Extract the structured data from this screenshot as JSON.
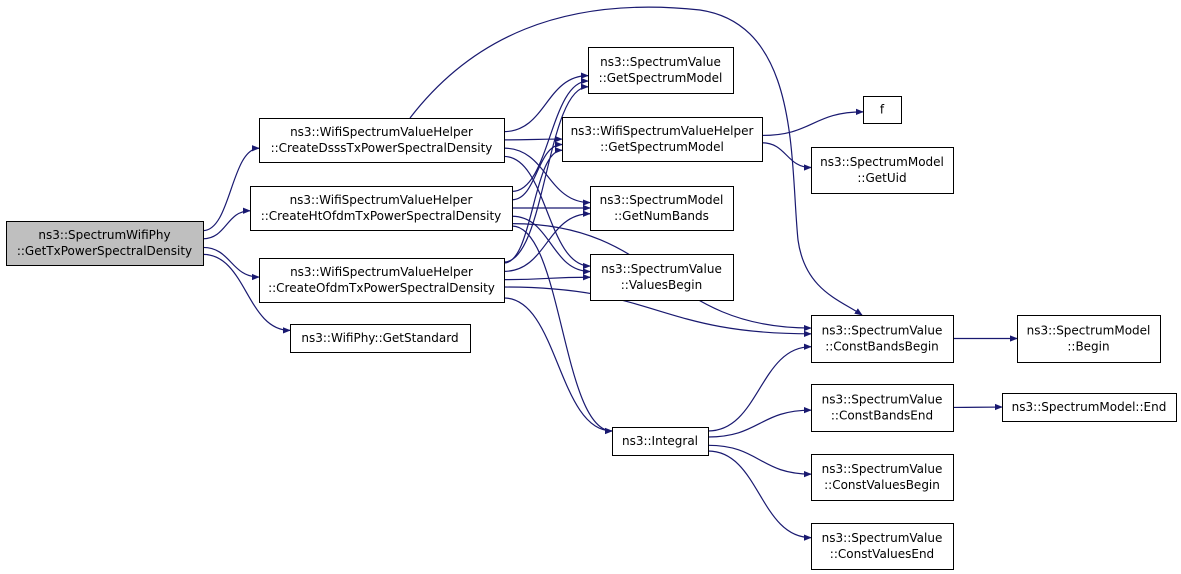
{
  "colors": {
    "edge": "#191970",
    "node_border": "#000000",
    "root_fill": "#bfbfbf",
    "node_fill": "#ffffff"
  },
  "nodes": {
    "gettx": [
      "ns3::SpectrumWifiPhy",
      "::GetTxPowerSpectralDensity"
    ],
    "dsss": [
      "ns3::WifiSpectrumValueHelper",
      "::CreateDsssTxPowerSpectralDensity"
    ],
    "htofdm": [
      "ns3::WifiSpectrumValueHelper",
      "::CreateHtOfdmTxPowerSpectralDensity"
    ],
    "ofdm": [
      "ns3::WifiSpectrumValueHelper",
      "::CreateOfdmTxPowerSpectralDensity"
    ],
    "getstandard": [
      "ns3::WifiPhy::GetStandard"
    ],
    "svgetsm": [
      "ns3::SpectrumValue",
      "::GetSpectrumModel"
    ],
    "wsvhgetsm": [
      "ns3::WifiSpectrumValueHelper",
      "::GetSpectrumModel"
    ],
    "getnumbands": [
      "ns3::SpectrumModel",
      "::GetNumBands"
    ],
    "valuesbegin": [
      "ns3::SpectrumValue",
      "::ValuesBegin"
    ],
    "f": [
      "f"
    ],
    "getuid": [
      "ns3::SpectrumModel",
      "::GetUid"
    ],
    "constbandsbegin": [
      "ns3::SpectrumValue",
      "::ConstBandsBegin"
    ],
    "smbegin": [
      "ns3::SpectrumModel",
      "::Begin"
    ],
    "integral": [
      "ns3::Integral"
    ],
    "constbandsend": [
      "ns3::SpectrumValue",
      "::ConstBandsEnd"
    ],
    "smend": [
      "ns3::SpectrumModel::End"
    ],
    "constvaluesbegin": [
      "ns3::SpectrumValue",
      "::ConstValuesBegin"
    ],
    "constvaluesend": [
      "ns3::SpectrumValue",
      "::ConstValuesEnd"
    ]
  },
  "edges": [
    [
      "gettx",
      "dsss"
    ],
    [
      "gettx",
      "htofdm"
    ],
    [
      "gettx",
      "ofdm"
    ],
    [
      "gettx",
      "getstandard"
    ],
    [
      "dsss",
      "svgetsm"
    ],
    [
      "dsss",
      "wsvhgetsm"
    ],
    [
      "dsss",
      "getnumbands"
    ],
    [
      "dsss",
      "valuesbegin"
    ],
    [
      "dsss",
      "constbandsbegin"
    ],
    [
      "htofdm",
      "svgetsm"
    ],
    [
      "htofdm",
      "wsvhgetsm"
    ],
    [
      "htofdm",
      "getnumbands"
    ],
    [
      "htofdm",
      "valuesbegin"
    ],
    [
      "htofdm",
      "constbandsbegin"
    ],
    [
      "htofdm",
      "integral"
    ],
    [
      "ofdm",
      "svgetsm"
    ],
    [
      "ofdm",
      "wsvhgetsm"
    ],
    [
      "ofdm",
      "getnumbands"
    ],
    [
      "ofdm",
      "valuesbegin"
    ],
    [
      "ofdm",
      "constbandsbegin"
    ],
    [
      "ofdm",
      "integral"
    ],
    [
      "wsvhgetsm",
      "f"
    ],
    [
      "wsvhgetsm",
      "getuid"
    ],
    [
      "constbandsbegin",
      "smbegin"
    ],
    [
      "constbandsend",
      "smend"
    ],
    [
      "integral",
      "constbandsbegin"
    ],
    [
      "integral",
      "constbandsend"
    ],
    [
      "integral",
      "constvaluesbegin"
    ],
    [
      "integral",
      "constvaluesend"
    ]
  ]
}
